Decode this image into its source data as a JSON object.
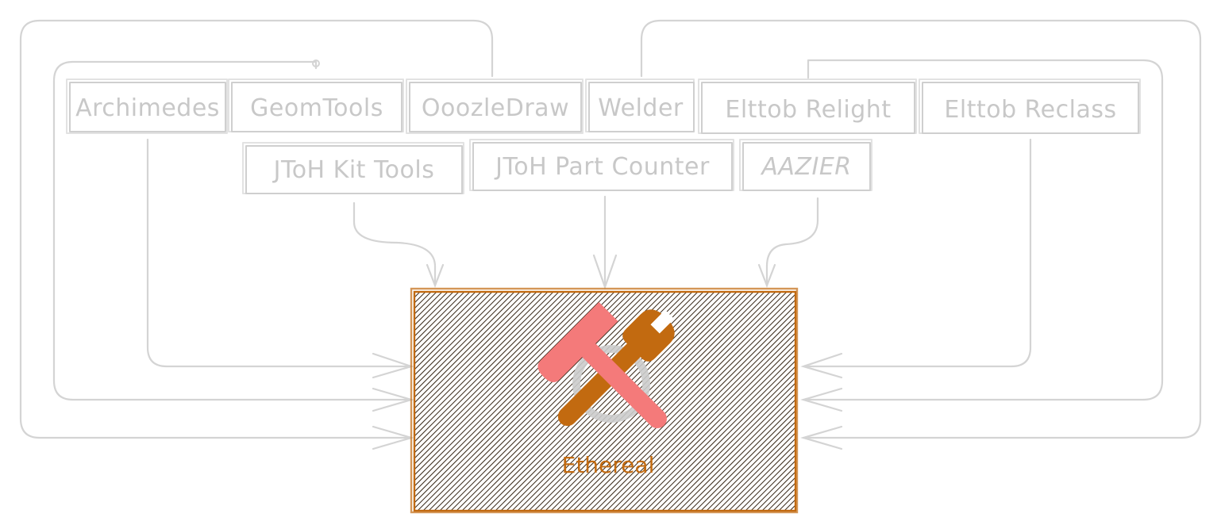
{
  "tools": [
    {
      "id": "archimedes",
      "label": "Archimedes"
    },
    {
      "id": "geomtools",
      "label": "GeomTools"
    },
    {
      "id": "oozledraw",
      "label": "OoozleDraw"
    },
    {
      "id": "welder",
      "label": "Welder"
    },
    {
      "id": "elttob-relight",
      "label": "Elttob Relight"
    },
    {
      "id": "elttob-reclass",
      "label": "Elttob Reclass"
    },
    {
      "id": "jtoh-kit-tools",
      "label": "JToH Kit Tools"
    },
    {
      "id": "jtoh-part-counter",
      "label": "JToH Part Counter"
    },
    {
      "id": "aazier",
      "label": "AAZIER"
    }
  ],
  "hub": {
    "label": "Ethereal",
    "icon": "hammer-and-wrench-icon",
    "colors": {
      "frame": "#c26a10",
      "hammer": "#f47a7a",
      "wrench": "#c26a10",
      "hatch": "#3a2a1a"
    }
  },
  "colors": {
    "tool_text": "#c8c8c8",
    "tool_border": "#cfcfcf",
    "connector": "#d4d4d4"
  }
}
